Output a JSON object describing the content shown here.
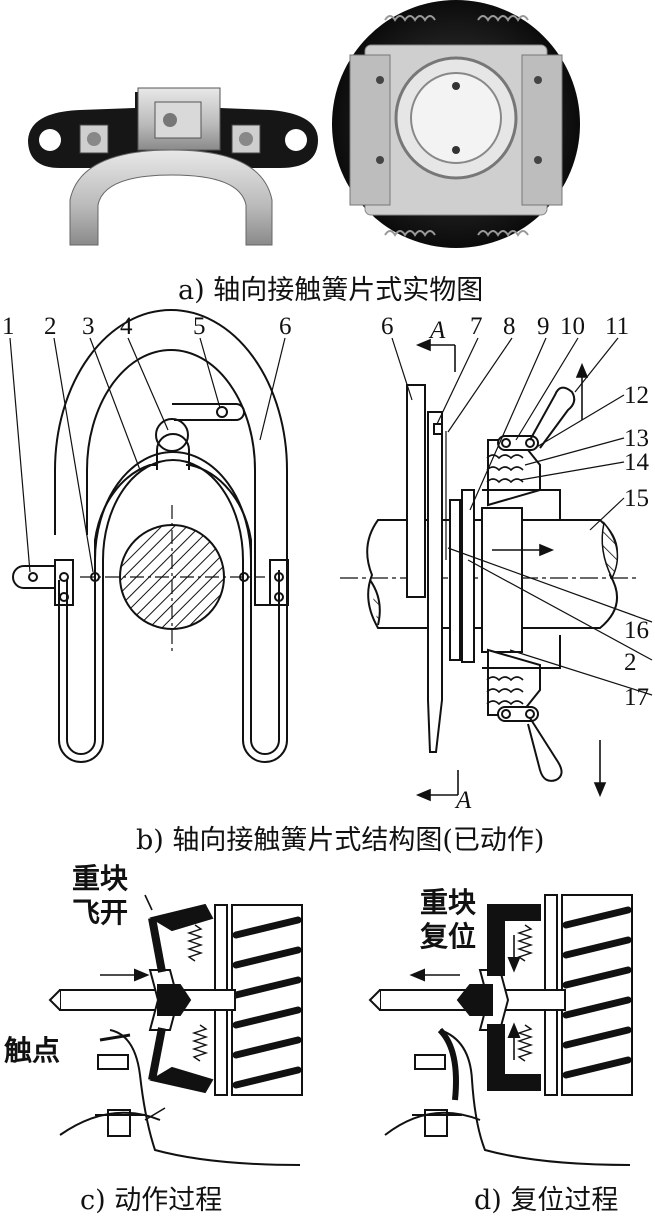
{
  "captions": {
    "a": "a) 轴向接触簧片式实物图",
    "b": "b) 轴向接触簧片式结构图(已动作)",
    "c": "c) 动作过程",
    "d": "d) 复位过程"
  },
  "section_marks": {
    "top": "A",
    "bottom": "A"
  },
  "left_callouts": [
    "1",
    "2",
    "3",
    "4",
    "5",
    "6"
  ],
  "right_callouts": {
    "top": [
      "6",
      "7",
      "8",
      "9",
      "10",
      "11"
    ],
    "side": [
      "12",
      "13",
      "14",
      "15",
      "16",
      "2",
      "17"
    ]
  },
  "panel_c_labels": {
    "weight": "重块",
    "weight_state": "飞开",
    "contact": "触点"
  },
  "panel_d_labels": {
    "weight": "重块",
    "weight_state": "复位"
  }
}
